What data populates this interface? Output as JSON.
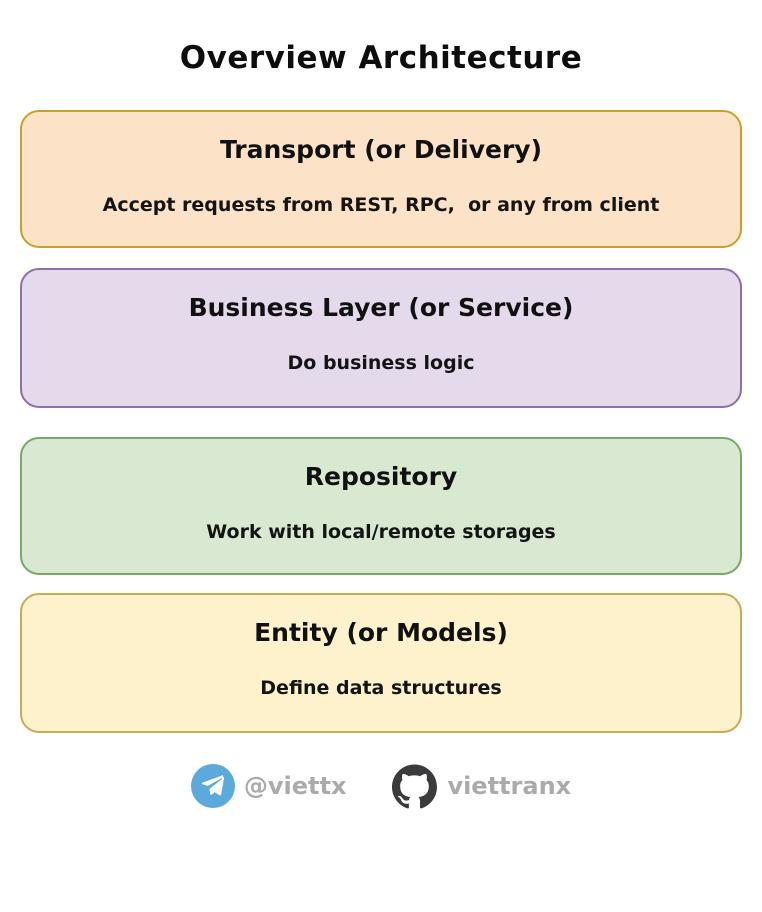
{
  "page": {
    "title": "Overview Architecture"
  },
  "colors": {
    "background": "#ffffff",
    "title_text": "#0d0d0d",
    "box_text": "#111111",
    "footer_text": "#ababab"
  },
  "layers": [
    {
      "title": "Transport (or Delivery)",
      "subtitle": "Accept requests from REST, RPC,  or any from client",
      "fill": "#fce3c7",
      "border": "#c9a126"
    },
    {
      "title": "Business Layer (or Service)",
      "subtitle": "Do business logic",
      "fill": "#e4daec",
      "border": "#8f6fa9"
    },
    {
      "title": "Repository",
      "subtitle": "Work with local/remote storages",
      "fill": "#d8e8d1",
      "border": "#79a964"
    },
    {
      "title": "Entity (or Models)",
      "subtitle": "Define data structures",
      "fill": "#fdf2cb",
      "border": "#c8ac55"
    }
  ],
  "footer": {
    "telegram": {
      "icon": "telegram-icon",
      "handle": "@viettx",
      "color": "#5ca9dc"
    },
    "github": {
      "icon": "github-icon",
      "handle": "viettranx",
      "color": "#3b3b3d"
    }
  }
}
